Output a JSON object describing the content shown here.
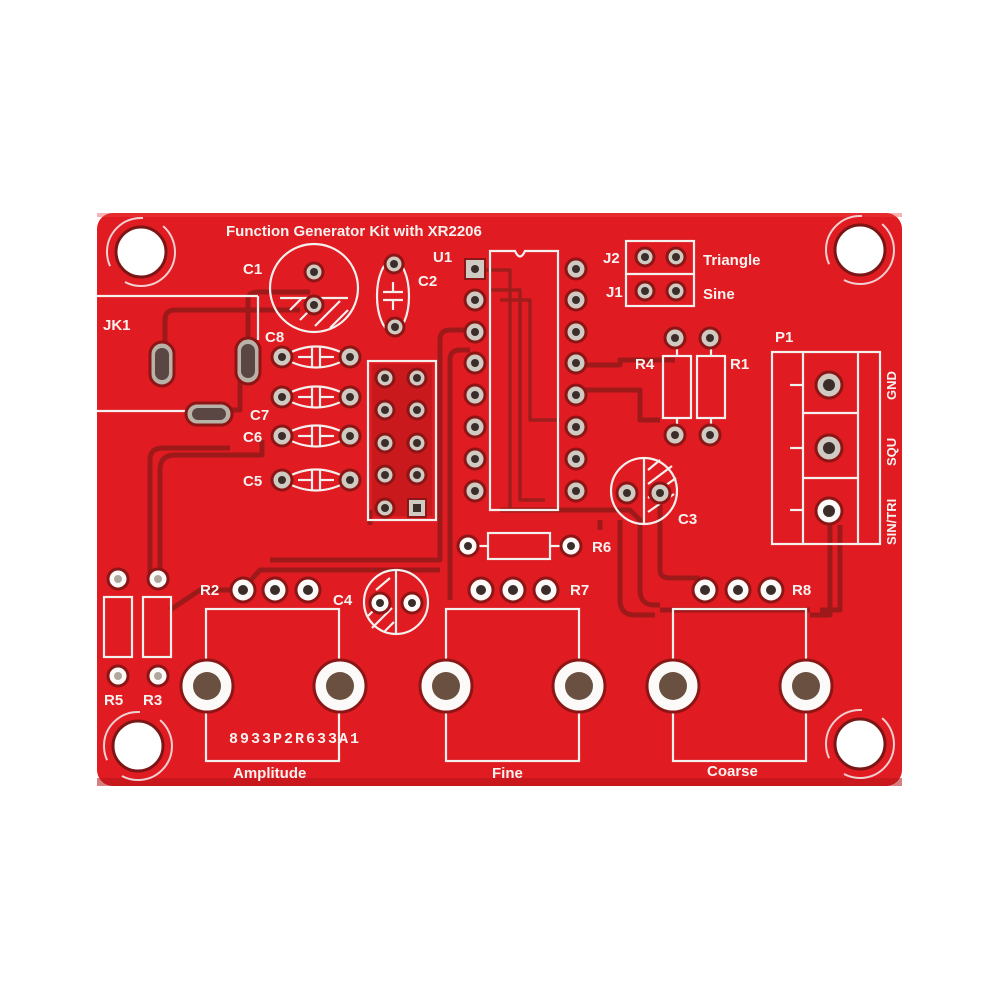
{
  "board": {
    "title": "Function Generator Kit with XR2206",
    "serial": "8933P2R633A1",
    "colors": {
      "solder_mask": "#e21c22",
      "trace": "#9e1a1a",
      "silkscreen": "#f4f0ee",
      "pad_plating": "#cfcac2",
      "background": "#ffffff"
    }
  },
  "components": {
    "C1": "C1",
    "C2": "C2",
    "C3": "C3",
    "C4": "C4",
    "C5": "C5",
    "C6": "C6",
    "C7": "C7",
    "C8": "C8",
    "U1": "U1",
    "JK1": "JK1",
    "J1": "J1",
    "J2": "J2",
    "P1": "P1",
    "R1": "R1",
    "R2": "R2",
    "R3": "R3",
    "R4": "R4",
    "R5": "R5",
    "R6": "R6",
    "R7": "R7",
    "R8": "R8"
  },
  "jumpers": {
    "J2_label": "Triangle",
    "J1_label": "Sine"
  },
  "terminal_P1": {
    "pins": [
      "GND",
      "SQU",
      "SIN/TRI"
    ]
  },
  "potentiometers": [
    {
      "ref": "R2",
      "label": "Amplitude"
    },
    {
      "ref": "R7",
      "label": "Fine"
    },
    {
      "ref": "R8",
      "label": "Coarse"
    }
  ]
}
